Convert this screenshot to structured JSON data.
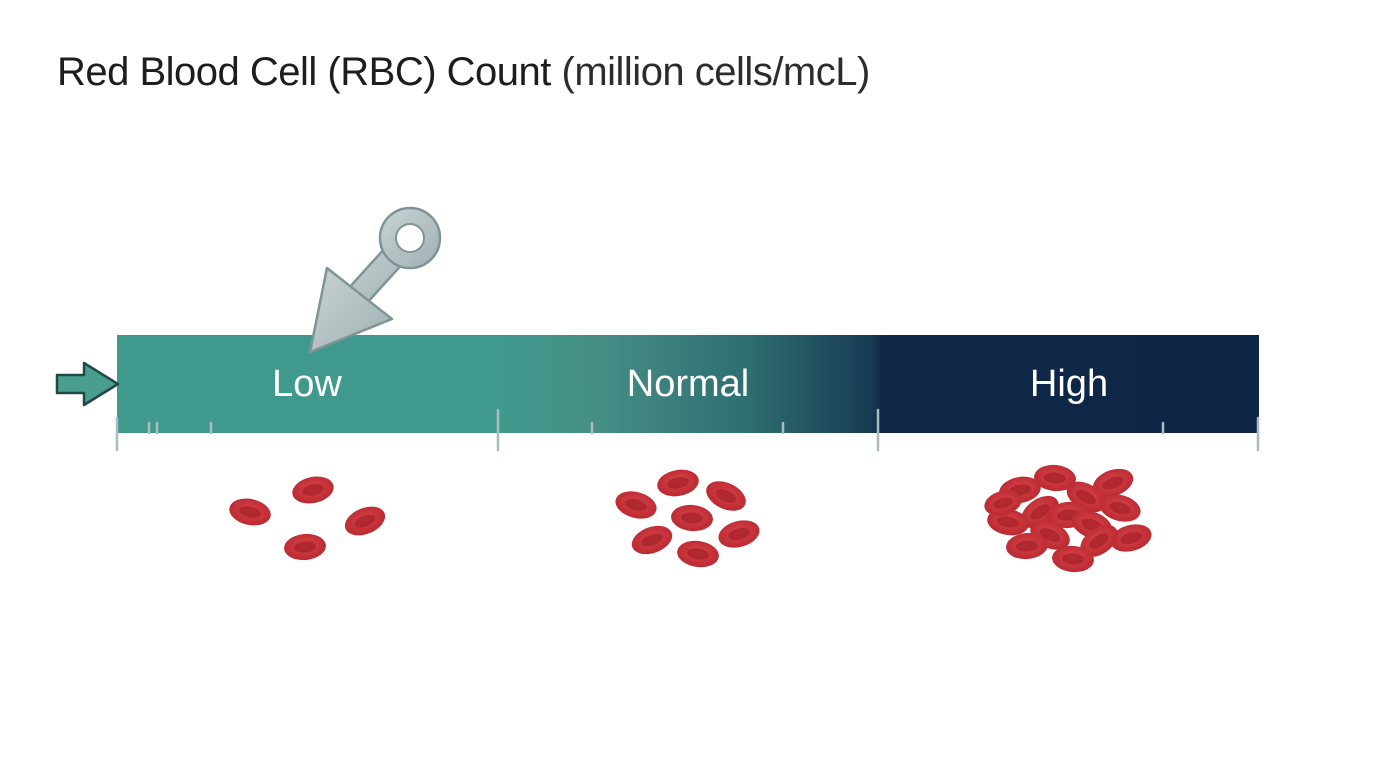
{
  "title": {
    "text": "Red Blood Cell (RBC) Count",
    "unit": "(million cells/mcL)"
  },
  "scale": {
    "bands": [
      {
        "label": "Low",
        "color": "#3f9a8d",
        "cell_count": 4
      },
      {
        "label": "Normal",
        "color": "#2f6f72",
        "cell_count": 7
      },
      {
        "label": "High",
        "color": "#0e2645",
        "cell_count": 16
      }
    ],
    "indicator_band": "Low"
  },
  "colors": {
    "cell": "#c8323a",
    "cell_center": "#a62228",
    "pointer": "#b5c4c5",
    "entry_arrow": "#4a9e8e"
  },
  "icons": {
    "entry_arrow": "arrow-right-icon",
    "pointer": "pin-arrow-icon"
  }
}
